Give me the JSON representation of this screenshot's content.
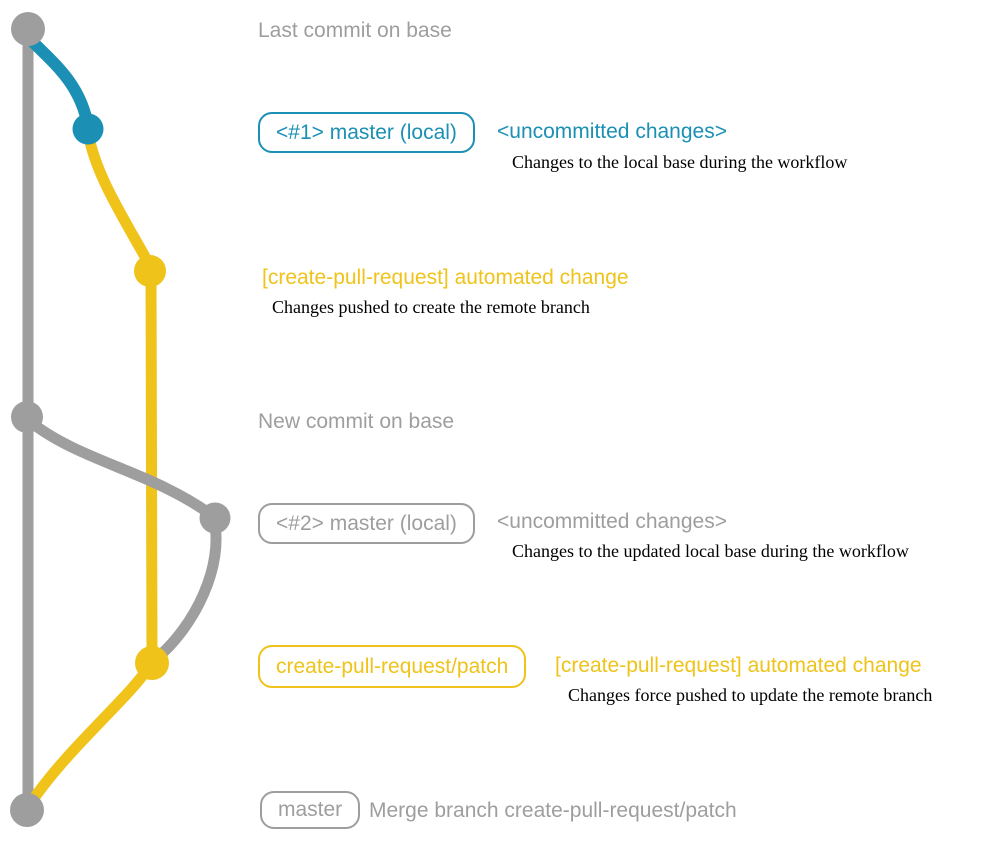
{
  "diagram": {
    "title_semantics": "git workflow branch diagram for create-pull-request action",
    "colors": {
      "base_gray": "#9e9e9e",
      "local_blue": "#1b90b4",
      "remote_yellow": "#efc319",
      "detail_text": "#000000",
      "background": "#ffffff"
    }
  },
  "labels": {
    "last_commit": "Last commit on base",
    "new_commit": "New commit on base",
    "merge_message": "Merge branch create-pull-request/patch"
  },
  "badges": {
    "master_local_1": "<#1> master (local)",
    "master_local_2": "<#2> master (local)",
    "patch_branch": "create-pull-request/patch",
    "master": "master"
  },
  "rows": {
    "uncommitted_1": {
      "heading": "<uncommitted changes>",
      "detail": "Changes to the local base during the workflow"
    },
    "automated_1": {
      "heading": "[create-pull-request] automated change",
      "detail": "Changes pushed to create the remote branch"
    },
    "uncommitted_2": {
      "heading": "<uncommitted changes>",
      "detail": "Changes to the updated local base during the workflow"
    },
    "automated_2": {
      "heading": "[create-pull-request] automated change",
      "detail": "Changes force pushed to update the remote branch"
    }
  }
}
